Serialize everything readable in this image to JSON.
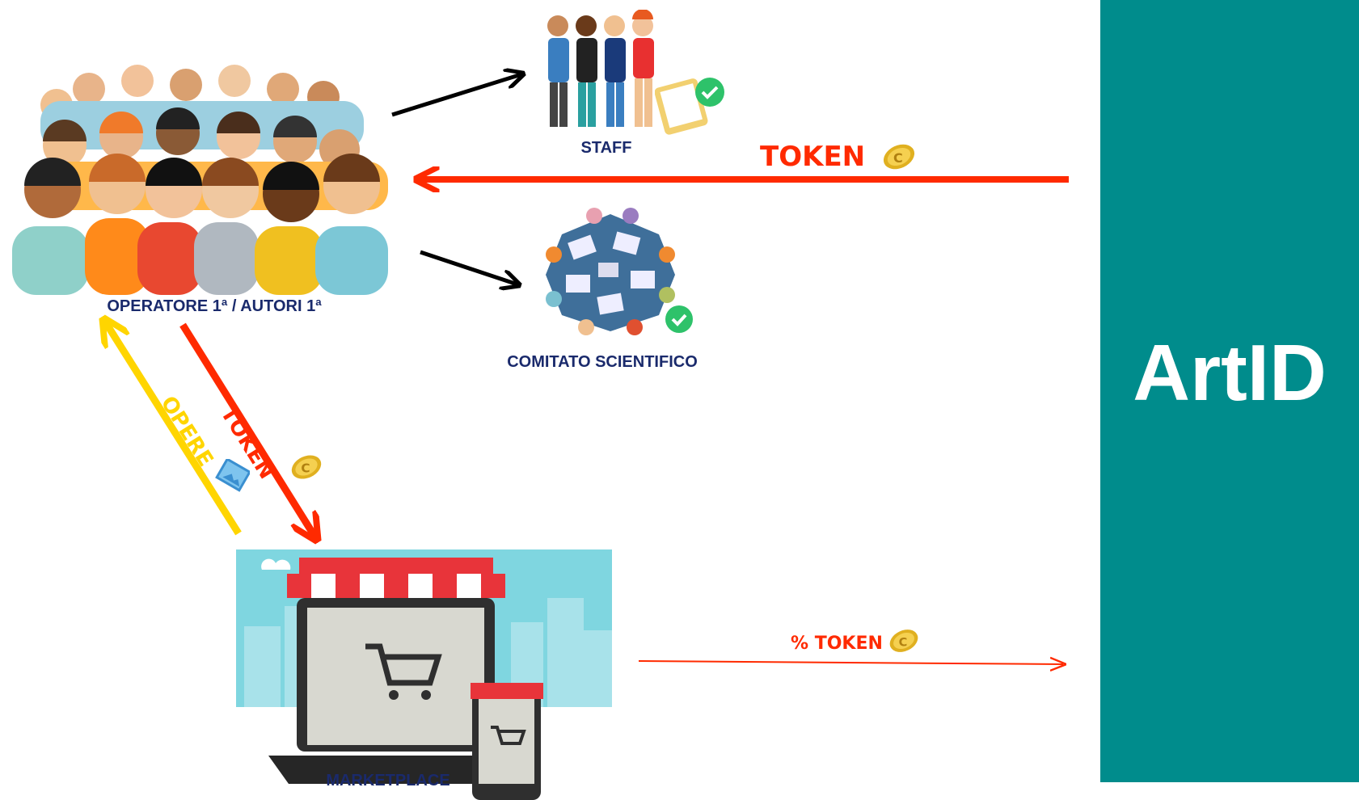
{
  "nodes": {
    "operators": "OPERATORE 1ª / AUTORI 1ª",
    "staff": "STAFF",
    "committee": "COMITATO SCIENTIFICO",
    "marketplace": "MARKETPLACE"
  },
  "edges": {
    "token_top": "TOKEN",
    "token_diag": "TOKEN",
    "opere": "OPERE",
    "percent_token": "% TOKEN"
  },
  "brand": {
    "title": "ArtID"
  },
  "colors": {
    "panel": "#008c8c",
    "token_arrow": "#ff2a00",
    "opere_arrow": "#ffd500",
    "label_text": "#1a2a6c"
  },
  "icons": [
    "crowd-illustration",
    "staff-illustration",
    "document-check-icon",
    "committee-table-illustration",
    "check-badge-icon",
    "shop-illustration",
    "coin-icon",
    "picture-icon"
  ]
}
